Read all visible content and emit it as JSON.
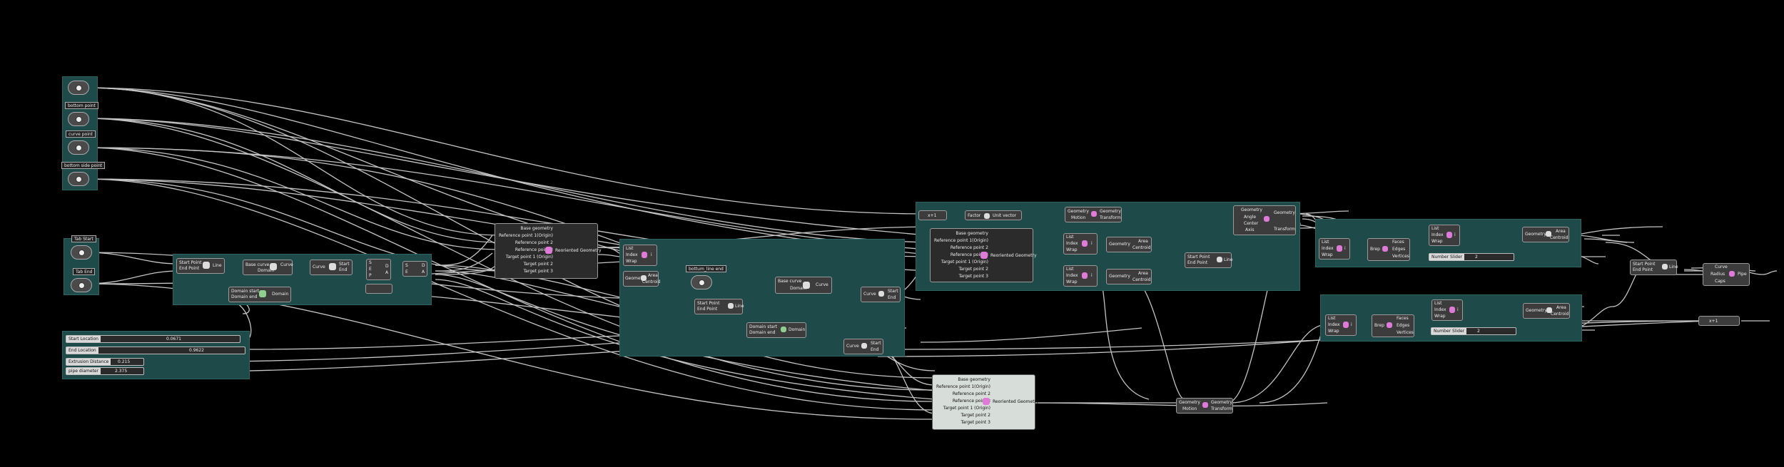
{
  "colors": {
    "background": "#000000",
    "group": "#1f4a4a",
    "component": "#3c3c3c",
    "wire": "#d9d9d9"
  },
  "inputs": {
    "bottom_point": "bottom point",
    "curve_point": "curve point",
    "bottom_side_point": "bottom side point",
    "tab_start": "Tab Start",
    "tab_end": "Tab End",
    "bottom_line_end": "bottum_line end"
  },
  "sliders": [
    {
      "name": "Start Location",
      "value": "0.0671"
    },
    {
      "name": "End Location",
      "value": "0.9622"
    },
    {
      "name": "Extrusion Distance",
      "value": "0.215"
    },
    {
      "name": "pipe diameter",
      "value": "2.375"
    },
    {
      "name": "Number Slider",
      "value": "2"
    },
    {
      "name": "Number Slider",
      "value": "2"
    }
  ],
  "components": {
    "line": {
      "inputs": [
        "Start Point",
        "End Point"
      ],
      "output": "Line"
    },
    "curve_domain": {
      "inputs": [
        "Base curve"
      ],
      "outputs": [
        "Curve",
        "Domain"
      ]
    },
    "eval": {
      "inputs": [
        "Curve"
      ],
      "outputs": [
        "Start",
        "End"
      ]
    },
    "list_a": {
      "items": [
        "S",
        "E",
        "P"
      ],
      "outputs": [
        "D",
        "A"
      ]
    },
    "list_b": {
      "items": [
        "S",
        "E"
      ],
      "outputs": [
        "D",
        "A"
      ]
    },
    "domain": {
      "inputs": [
        "Domain start",
        "Domain end"
      ],
      "output": "Domain"
    },
    "orient": {
      "inputs": [
        "Base geometry",
        "Reference point 1(Origin)",
        "Reference point 2",
        "Reference point 3",
        "Target point 1 (Origin)",
        "Target point 2",
        "Target point 3"
      ],
      "output": "Reoriented Geometry"
    },
    "list_item": {
      "inputs": [
        "List",
        "Index",
        "Wrap"
      ],
      "output": "i"
    },
    "area": {
      "inputs": [
        "Geometry"
      ],
      "outputs": [
        "Area",
        "Centroid"
      ]
    },
    "move": {
      "inputs": [
        "Geometry",
        "Motion"
      ],
      "outputs": [
        "Geometry",
        "Transform"
      ]
    },
    "rotate": {
      "inputs": [
        "Geometry",
        "Angle",
        "Center",
        "Axis"
      ],
      "outputs": [
        "Geometry",
        "Transform"
      ]
    },
    "unit_vector": {
      "inputs": [
        "Factor"
      ],
      "output": "Unit vector"
    },
    "expression": "x+1",
    "brep": {
      "input": "Brep",
      "outputs": [
        "Faces",
        "Edges",
        "Vertices"
      ]
    },
    "pipe": {
      "inputs": [
        "Curve",
        "Radius",
        "Caps"
      ],
      "output": "Pipe"
    }
  }
}
